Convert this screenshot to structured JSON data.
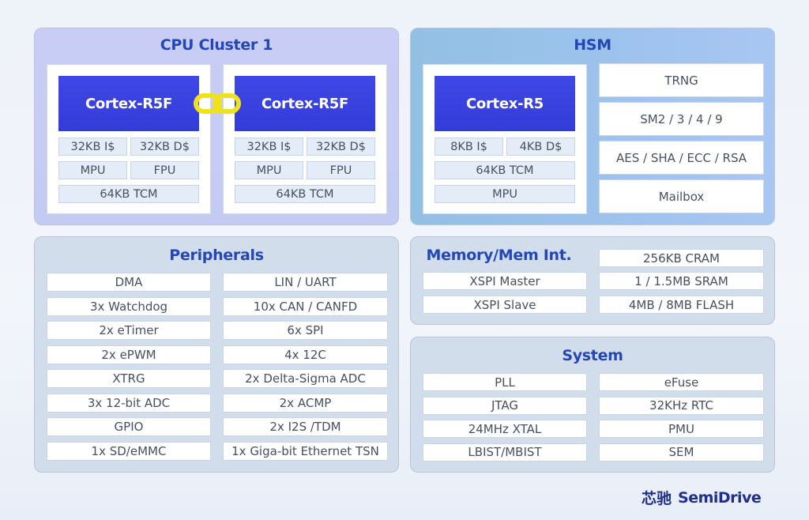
{
  "cpu_cluster": {
    "title": "CPU Cluster 1",
    "cores": [
      {
        "name": "Cortex-R5F",
        "icache": "32KB I$",
        "dcache": "32KB D$",
        "mpu": "MPU",
        "fpu": "FPU",
        "tcm": "64KB TCM"
      },
      {
        "name": "Cortex-R5F",
        "icache": "32KB I$",
        "dcache": "32KB D$",
        "mpu": "MPU",
        "fpu": "FPU",
        "tcm": "64KB TCM"
      }
    ]
  },
  "hsm": {
    "title": "HSM",
    "core": {
      "name": "Cortex-R5",
      "icache": "8KB I$",
      "dcache": "4KB D$",
      "tcm": "64KB TCM",
      "mpu": "MPU"
    },
    "items": [
      "TRNG",
      "SM2 / 3 / 4 / 9",
      "AES / SHA / ECC / RSA",
      "Mailbox"
    ]
  },
  "peripherals": {
    "title": "Peripherals",
    "left": [
      "DMA",
      "3x Watchdog",
      "2x eTimer",
      "2x ePWM",
      "XTRG",
      "3x 12-bit ADC",
      "GPIO",
      "1x SD/eMMC"
    ],
    "right": [
      "LIN / UART",
      "10x CAN / CANFD",
      "6x SPI",
      "4x 12C",
      "2x Delta-Sigma ADC",
      "2x ACMP",
      "2x I2S /TDM",
      "1x Giga-bit Ethernet TSN"
    ]
  },
  "memory": {
    "title": "Memory/Mem Int.",
    "left": [
      "XSPI Master",
      "XSPI Slave"
    ],
    "right": [
      "256KB CRAM",
      "1 / 1.5MB SRAM",
      "4MB / 8MB FLASH"
    ]
  },
  "system": {
    "title": "System",
    "left": [
      "PLL",
      "JTAG",
      "24MHz XTAL",
      "LBIST/MBIST"
    ],
    "right": [
      "eFuse",
      "32KHz RTC",
      "PMU",
      "SEM"
    ]
  },
  "brand": {
    "cn": "芯驰",
    "en": "SemiDrive"
  },
  "colors": {
    "accent": "#2346b8",
    "core": "#3a43e0",
    "link": "#f0e21a"
  }
}
